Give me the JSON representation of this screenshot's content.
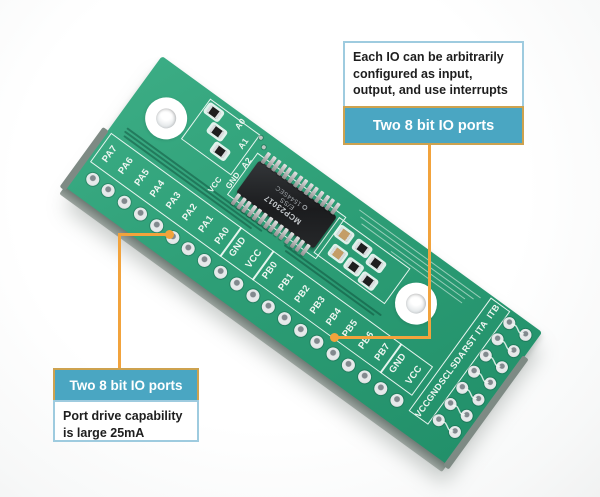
{
  "callouts": {
    "top": {
      "note": "Each IO can be arbitrarily configured as input, output, and use interrupts",
      "tag": "Two 8 bit IO ports"
    },
    "bottom": {
      "tag": "Two 8 bit IO ports",
      "note": "Port drive capability is large 25mA"
    }
  },
  "board": {
    "silkscreen": {
      "row_labels": [
        "PA7",
        "PA6",
        "PA5",
        "PA4",
        "PA3",
        "PA2",
        "PA1",
        "PA0",
        "GND",
        "VCC",
        "PB0",
        "PB1",
        "PB2",
        "PB3",
        "PB4",
        "PB5",
        "PB6",
        "PB7",
        "GND",
        "VCC"
      ],
      "header_labels": [
        "ITB",
        "ITA",
        "RST",
        "SDA",
        "SCL",
        "GND",
        "VCC"
      ],
      "jumper_labels": [
        "A0",
        "A1",
        "A2"
      ],
      "rail_labels": [
        "GND",
        "VCC"
      ]
    },
    "chip": {
      "marking_line1": "MCP23017",
      "marking_line2": "E/SS",
      "marking_line3": "1544SEC"
    },
    "counts": {
      "row_pads": 20,
      "header_rows": 7,
      "header_cols": 2,
      "chip_pins_per_side": 14
    }
  },
  "colors": {
    "board_green": "#2d9e76",
    "callout_teal": "#4aa6c2",
    "callout_gold_border": "#cda24f",
    "callout_blue_border": "#9ecbdf",
    "callout_line_orange": "#f2a33c",
    "silkscreen_white": "#eef6f1"
  }
}
